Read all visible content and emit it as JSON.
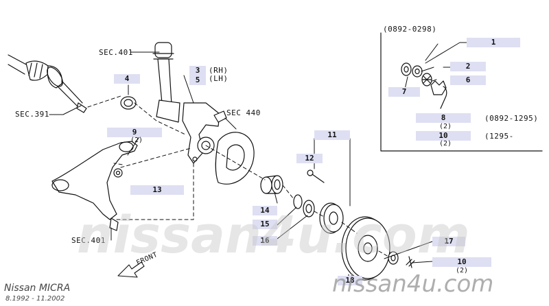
{
  "header": {
    "range_top": "(0892-0298)"
  },
  "sec_refs": {
    "sec401_top": "SEC.401",
    "sec391": "SEC.391",
    "sec440": "SEC 440",
    "sec401_bottom": "SEC.401"
  },
  "side_labels": {
    "rh": "(RH)",
    "lh": "(LH)"
  },
  "parts": {
    "p1": "1",
    "p2": "2",
    "p3": "3",
    "p4": "4",
    "p5": "5",
    "p6": "6",
    "p7": "7",
    "p8": "8",
    "p8_qty": "(2)",
    "p8_range": "(0892-1295)",
    "p9": "9",
    "p9_qty": "(2)",
    "p10a": "10",
    "p10a_qty": "(2)",
    "p10a_range": "(1295-",
    "p11": "11",
    "p12": "12",
    "p13": "13",
    "p14": "14",
    "p15": "15",
    "p16": "16",
    "p17": "17",
    "p10b": "10",
    "p10b_qty": "(2)",
    "p18": "18"
  },
  "front_label": "FRONT",
  "watermark": {
    "center": "nissan4u.com",
    "bottom_right": "nissan4u.com"
  },
  "footer": {
    "model": "Nissan MICRA",
    "years": "8.1992 - 11.2002"
  },
  "colors": {
    "label_bg": "#dedff2",
    "line": "#111111",
    "watermark": "#b4b4b4"
  }
}
